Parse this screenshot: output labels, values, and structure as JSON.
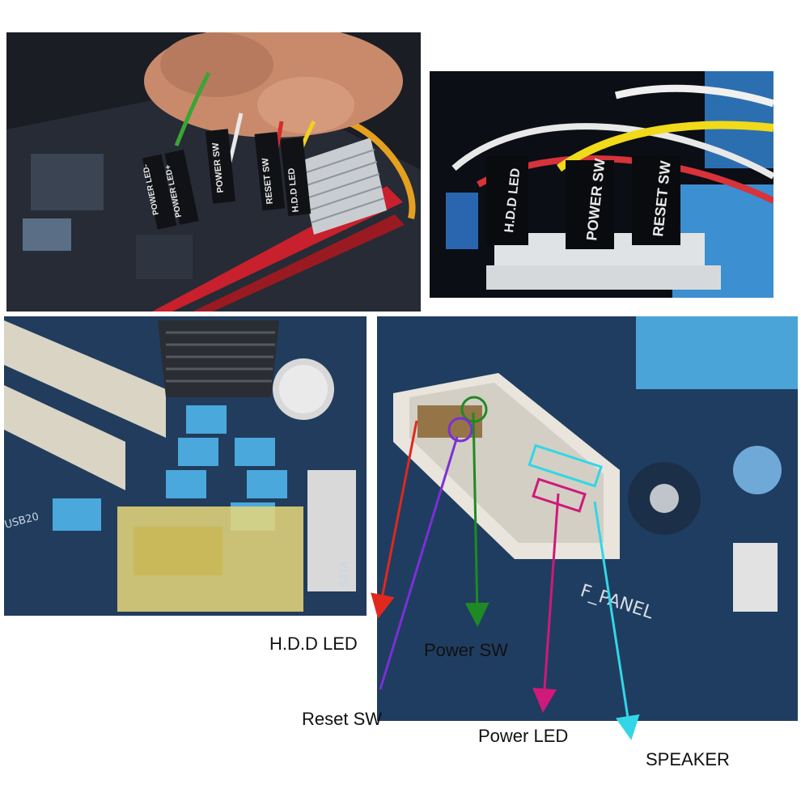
{
  "photo_top_left": {
    "connector_labels": [
      "POWER LED-",
      "POWER LED+",
      "POWER SW",
      "RESET SW",
      "H.D.D LED"
    ]
  },
  "photo_top_right": {
    "connector_labels": [
      "H.D.D LED",
      "POWER SW",
      "RESET SW"
    ]
  },
  "photo_bottom_left": {
    "board_text": [
      "USB20",
      "SATA"
    ]
  },
  "photo_bottom_right": {
    "board_text": "F_PANEL"
  },
  "callouts": [
    {
      "label": "H.D.D LED",
      "color": "#e0281e"
    },
    {
      "label": "Power SW",
      "color": "#1f8a23"
    },
    {
      "label": "Reset SW",
      "color": "#7b2fd6"
    },
    {
      "label": "Power LED",
      "color": "#d0197a"
    },
    {
      "label": "SPEAKER",
      "color": "#33d6e6"
    }
  ]
}
